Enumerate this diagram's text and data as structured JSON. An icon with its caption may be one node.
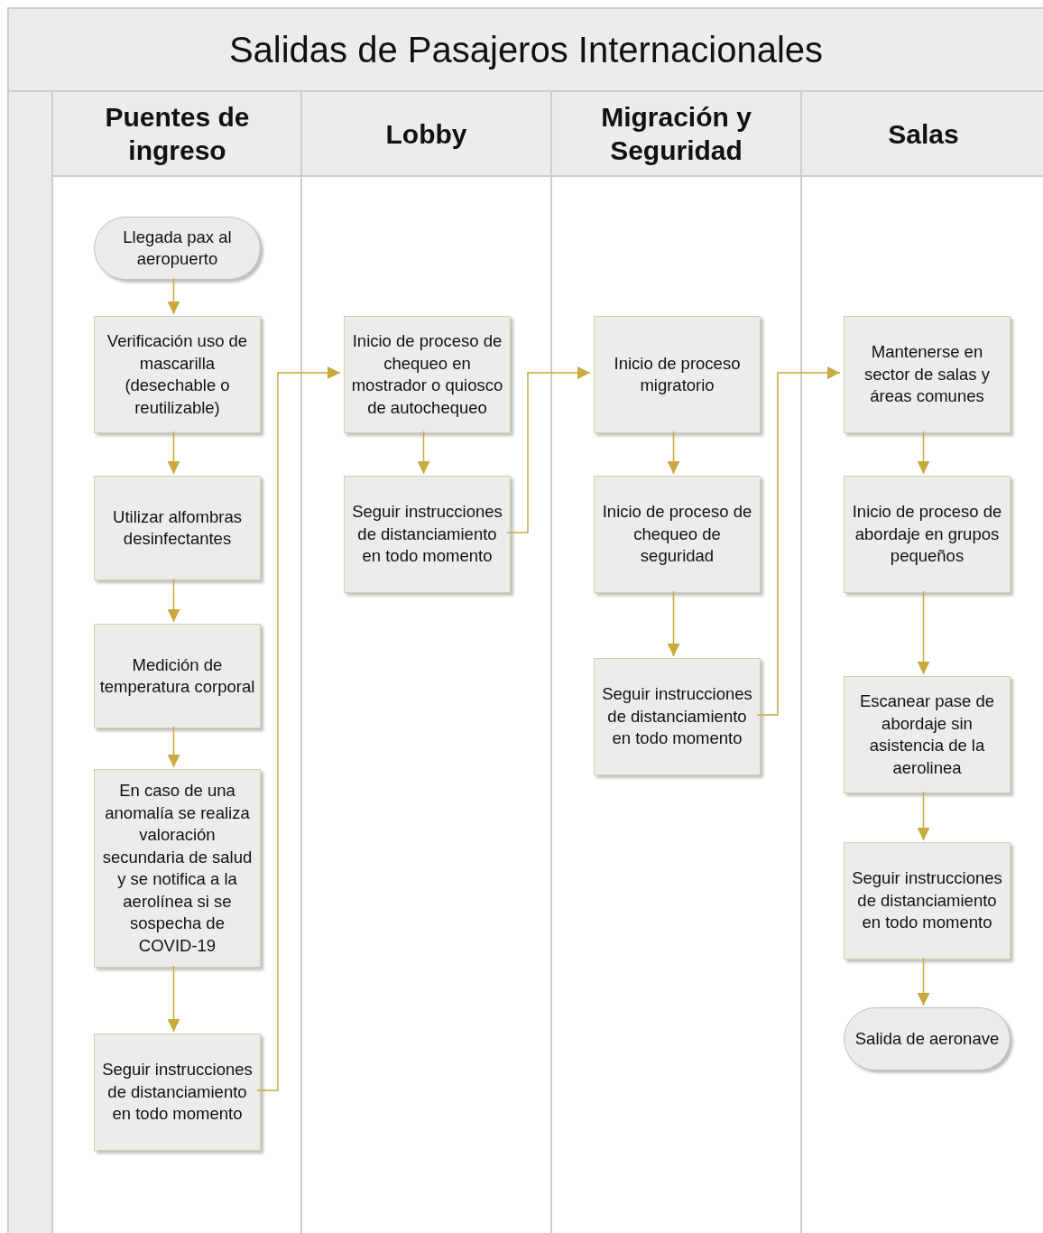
{
  "diagram": {
    "title": "Salidas de Pasajeros Internacionales",
    "nodes": [
      {
        "text": [],
        "shape": "box"
      },
      {
        "text": [
          "Puentes de ingreso"
        ],
        "in": 0
      },
      {
        "text": [
          "Lobby"
        ],
        "in": 0
      },
      {
        "text": [
          "Migración y Seguridad"
        ],
        "in": 0
      },
      {
        "text": [
          "Salas"
        ],
        "in": 0
      },
      {
        "text": [
          "Llegada pax al aeropuerto"
        ],
        "in": 1
      },
      {
        "text": [
          "Verificación uso de mascarilla (desechable o reutilizable)"
        ],
        "in": 1
      },
      {
        "text": [
          "Utilizar alfombras desinfectantes"
        ],
        "in": 1
      },
      {
        "text": [
          "Medición de temperatura corporal"
        ],
        "in": 1
      },
      {
        "text": [
          "En caso de una anomalía se realiza valoración secundaria de salud y se notifica a la aerolínea si se sospecha de COVID-19"
        ],
        "in": 1
      },
      {
        "text": [
          "Seguir instrucciones de distanciamiento en todo momento"
        ],
        "in": 1
      },
      {
        "text": [
          "Inicio de proceso de chequeo en mostrador o quiosco de autochequeo"
        ],
        "in": 2
      },
      {
        "text": [
          "Seguir instrucciones de distanciamiento en todo momento"
        ],
        "in": 2
      },
      {
        "text": [
          "Inicio de proceso migratorio"
        ],
        "in": 3
      },
      {
        "text": [
          "Inicio de proceso de chequeo de seguridad"
        ],
        "in": 3
      },
      {
        "text": [
          "Seguir instrucciones de distanciamiento en todo momento"
        ],
        "in": 3
      },
      {
        "text": [
          "Mantenerse en sector de salas y áreas comunes"
        ],
        "in": 4
      },
      {
        "text": [
          "Inicio de proceso de abordaje en grupos pequeños"
        ],
        "in": 4
      },
      {
        "text": [
          "Escanear pase de abordaje sin asistencia de la aerolinea"
        ],
        "in": 4
      },
      {
        "text": [
          "Seguir instrucciones de distanciamiento en todo momento"
        ],
        "in": 4
      },
      {
        "text": [
          "Salida de aeronave"
        ],
        "in": 4
      }
    ],
    "edges": [
      {
        "from": 5,
        "to": 6,
        "arrow": "to"
      },
      {
        "from": 6,
        "to": 7,
        "arrow": "to"
      },
      {
        "from": 7,
        "to": 8,
        "arrow": "to"
      },
      {
        "from": 8,
        "to": 9,
        "arrow": "to"
      },
      {
        "from": 9,
        "to": 10,
        "arrow": "to"
      },
      {
        "from": 10,
        "to": 11,
        "arrow": "to"
      },
      {
        "from": 11,
        "to": 12,
        "arrow": "to"
      },
      {
        "from": 12,
        "to": 13,
        "arrow": "to"
      },
      {
        "from": 13,
        "to": 14,
        "arrow": "to"
      },
      {
        "from": 14,
        "to": 15,
        "arrow": "to"
      },
      {
        "from": 15,
        "to": 16,
        "arrow": "to"
      },
      {
        "from": 16,
        "to": 17,
        "arrow": "to"
      },
      {
        "from": 17,
        "to": 18,
        "arrow": "to"
      },
      {
        "from": 18,
        "to": 19,
        "arrow": "to"
      },
      {
        "from": 19,
        "to": 20,
        "arrow": "to"
      }
    ]
  }
}
